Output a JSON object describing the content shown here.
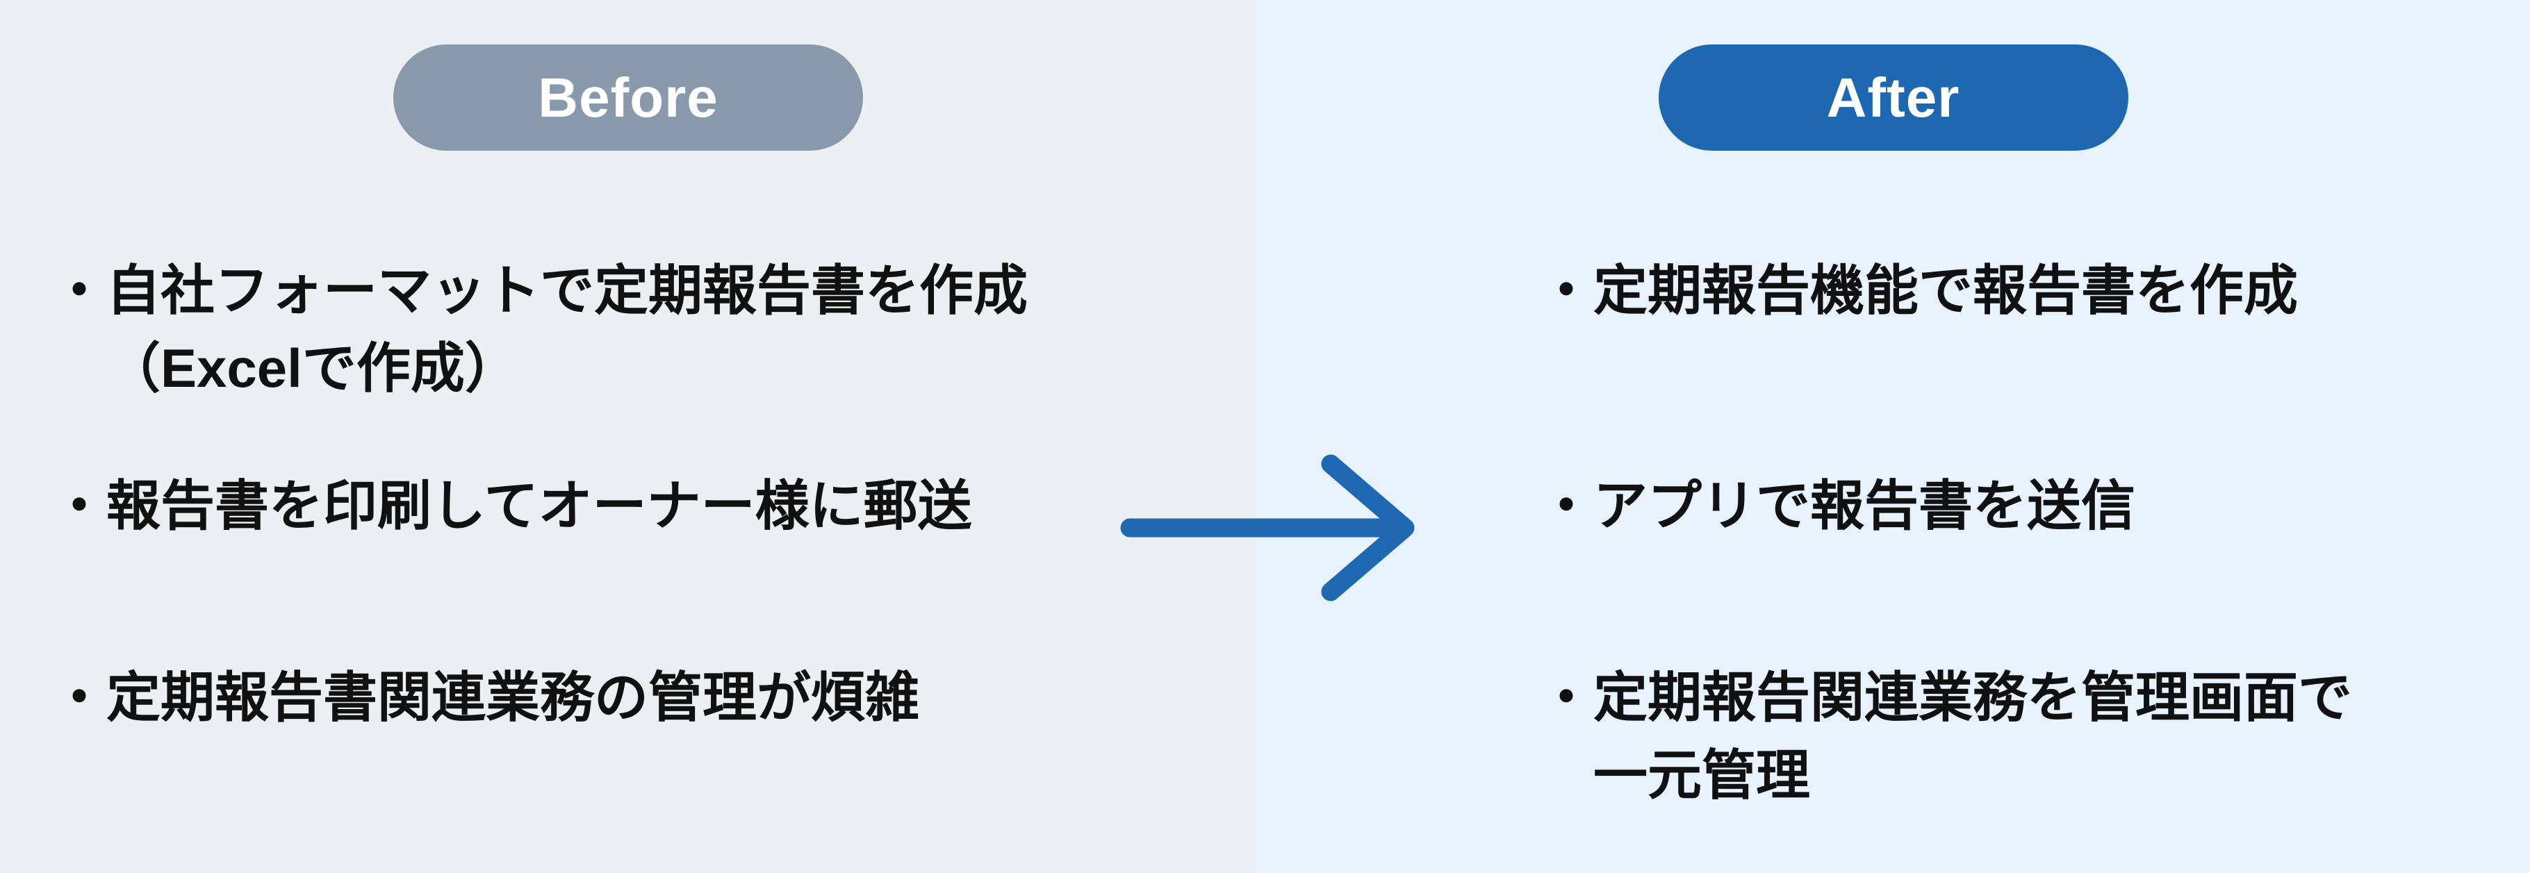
{
  "colors": {
    "left_bg": "#ECEFF1",
    "right_bg": "#E8F2FD",
    "before_badge": "#8899AB",
    "after_badge": "#1D68B0",
    "arrow": "#1F68B2",
    "text": "#111111"
  },
  "before": {
    "label": "Before",
    "items": [
      {
        "lines": [
          "・自社フォーマットで定期報告書を作成",
          "（Excelで作成）"
        ]
      },
      {
        "lines": [
          "・報告書を印刷してオーナー様に郵送"
        ]
      },
      {
        "lines": [
          "・定期報告書関連業務の管理が煩雑"
        ]
      }
    ]
  },
  "after": {
    "label": "After",
    "items": [
      {
        "lines": [
          "・定期報告機能で報告書を作成"
        ]
      },
      {
        "lines": [
          "・アプリで報告書を送信"
        ]
      },
      {
        "lines": [
          "・定期報告関連業務を管理画面で",
          "一元管理"
        ]
      }
    ]
  },
  "arrow": {
    "icon": "right-arrow-icon"
  }
}
